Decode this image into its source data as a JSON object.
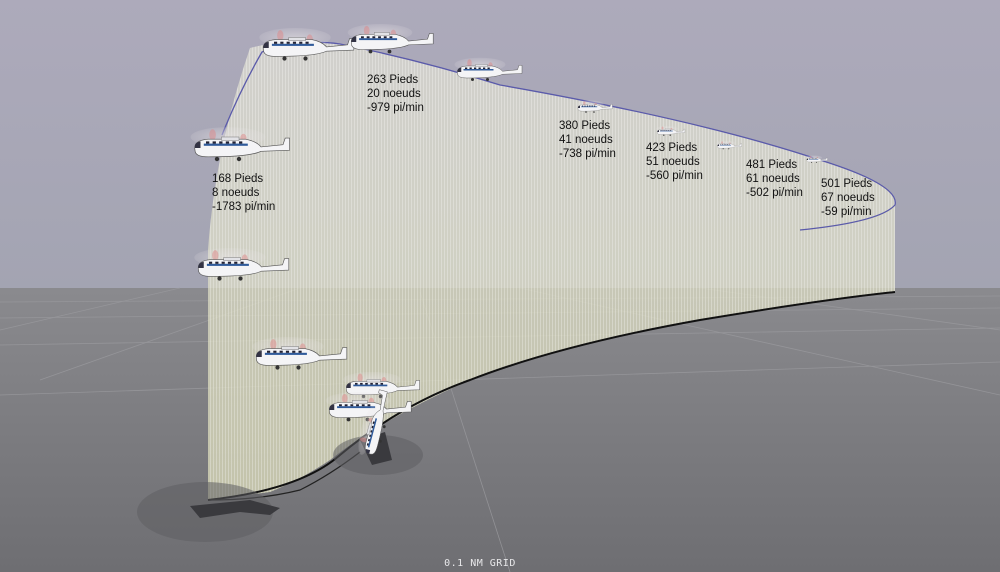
{
  "colors": {
    "sky": "#a9a8b8",
    "ground": "#7b7b7f",
    "curtain": "#e6e6cf",
    "flight_path": "#5555aa",
    "ground_track": "#111111"
  },
  "data_points": [
    {
      "height": "168 Pieds",
      "speed": "8 noeuds",
      "vertical_speed": "-1783 pi/min"
    },
    {
      "height": "263 Pieds",
      "speed": "20 noeuds",
      "vertical_speed": "-979 pi/min"
    },
    {
      "height": "380 Pieds",
      "speed": "41 noeuds",
      "vertical_speed": "-738 pi/min"
    },
    {
      "height": "423 Pieds",
      "speed": "51 noeuds",
      "vertical_speed": "-560 pi/min"
    },
    {
      "height": "481 Pieds",
      "speed": "61 noeuds",
      "vertical_speed": "-502 pi/min"
    },
    {
      "height": "501 Pieds",
      "speed": "67 noeuds",
      "vertical_speed": "-59 pi/min"
    }
  ],
  "grid_caption": "0.1 NM GRID",
  "icons": [
    "helicopter-icon",
    "shadow-icon"
  ]
}
